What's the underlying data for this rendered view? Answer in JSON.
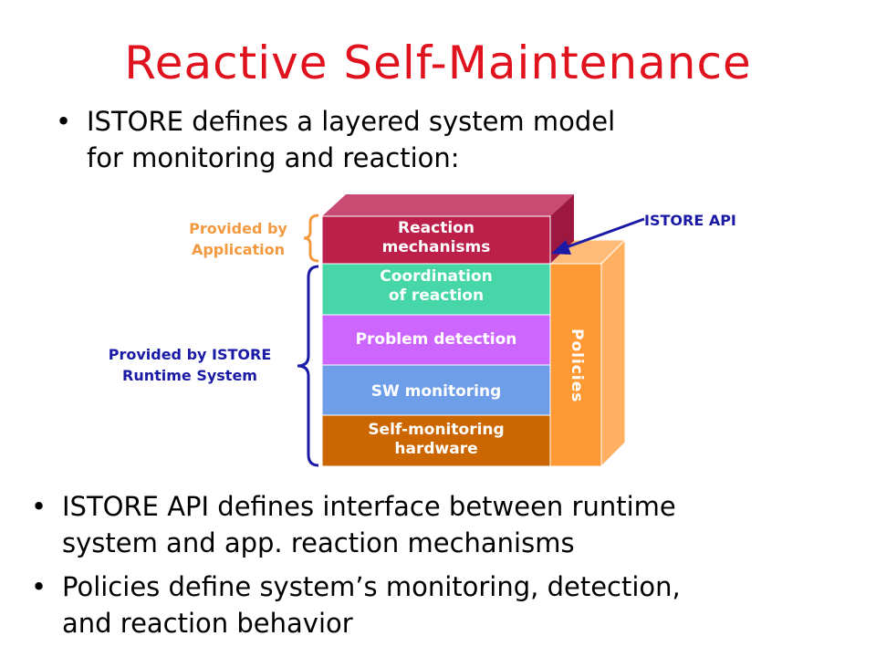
{
  "title": "Reactive Self-Maintenance",
  "bullets": {
    "intro_line1": "ISTORE defines a layered system model",
    "intro_line2": "for monitoring and reaction:",
    "api_line1": "ISTORE API defines interface between runtime",
    "api_line2": "system and app. reaction mechanisms",
    "policies_line1": "Policies define system’s monitoring, detection,",
    "policies_line2": "and reaction behavior",
    "marker": "•"
  },
  "diagram": {
    "layers": [
      {
        "line1": "Reaction",
        "line2": "mechanisms",
        "color": "#bb1f4a"
      },
      {
        "line1": "Coordination",
        "line2": "of reaction",
        "color": "#47d6a8"
      },
      {
        "line1": "Problem detection",
        "line2": "",
        "color": "#cc66ff"
      },
      {
        "line1": "SW monitoring",
        "line2": "",
        "color": "#6f9ee8"
      },
      {
        "line1": "Self-monitoring",
        "line2": "hardware",
        "color": "#cc6600"
      }
    ],
    "policies_label": "Policies",
    "policies_color": "#ff9933",
    "api_label": "ISTORE API",
    "api_color": "#1a1aa6",
    "app_label_line1": "Provided by",
    "app_label_line2": "Application",
    "app_color": "#f39a40",
    "runtime_label_line1": "Provided by ISTORE",
    "runtime_label_line2": "Runtime System",
    "runtime_color": "#1a1aa6"
  }
}
